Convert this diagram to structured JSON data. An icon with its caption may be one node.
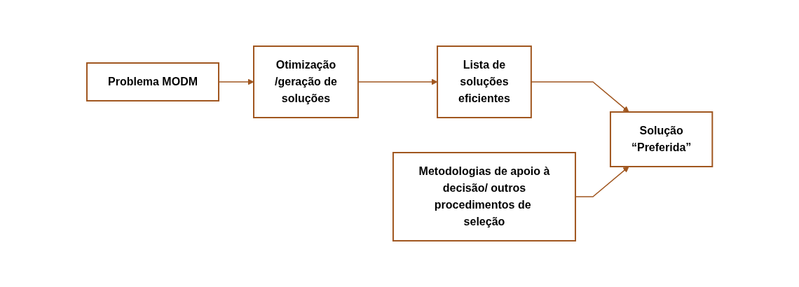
{
  "diagram": {
    "nodes": [
      {
        "text": [
          "Problema MODM"
        ]
      },
      {
        "text": [
          "Otimização /geração de soluções"
        ]
      },
      {
        "text": [
          "Lista de soluções eficientes"
        ]
      },
      {
        "text": [
          "Metodologias de apoio à decisão/ outros procedimentos de seleção"
        ]
      },
      {
        "text": [
          "Solução “Preferida”"
        ]
      }
    ],
    "edges": [
      {
        "from": 0,
        "to": 1,
        "arrow": "to"
      },
      {
        "from": 1,
        "to": 2,
        "arrow": "to"
      },
      {
        "from": 2,
        "to": 4,
        "arrow": "to"
      },
      {
        "from": 3,
        "to": 4,
        "arrow": "to"
      }
    ]
  }
}
